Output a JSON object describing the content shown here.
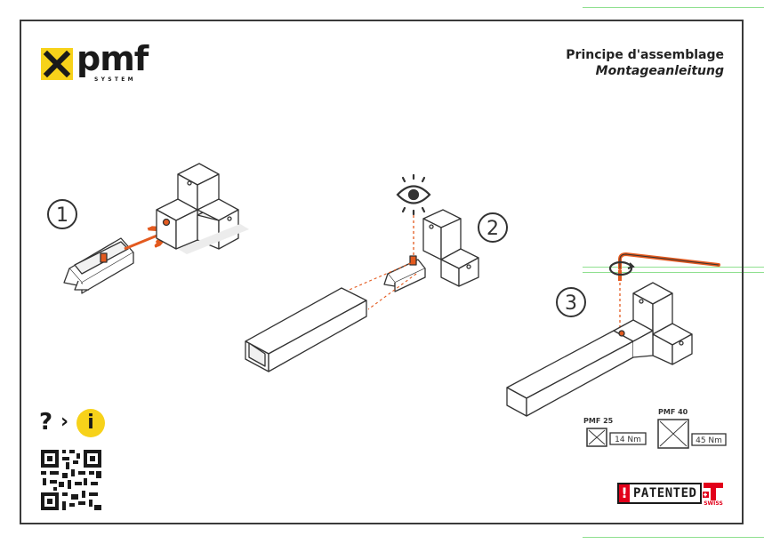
{
  "header": {
    "title_fr": "Principe d'assemblage",
    "title_de": "Montageanleitung"
  },
  "logo": {
    "word": "pmf",
    "subword": "SYSTEM"
  },
  "steps": [
    {
      "number": "1"
    },
    {
      "number": "2"
    },
    {
      "number": "3"
    }
  ],
  "torque": [
    {
      "model": "PMF 25",
      "value": "14 Nm"
    },
    {
      "model": "PMF 40",
      "value": "45 Nm"
    }
  ],
  "help": {
    "question": "?",
    "arrow": "›",
    "info": "i"
  },
  "badges": {
    "patent_mark": "!",
    "patent_text": "PATENTED",
    "swiss_text": "SWISS"
  },
  "colors": {
    "accent": "#e35a1f",
    "logo_yellow": "#f7d21a",
    "patent_red": "#e2001a",
    "line": "#333333"
  },
  "icons": [
    "eye-icon",
    "hex-key-icon",
    "rotate-icon",
    "qr-code-icon",
    "swiss-cross-icon"
  ]
}
